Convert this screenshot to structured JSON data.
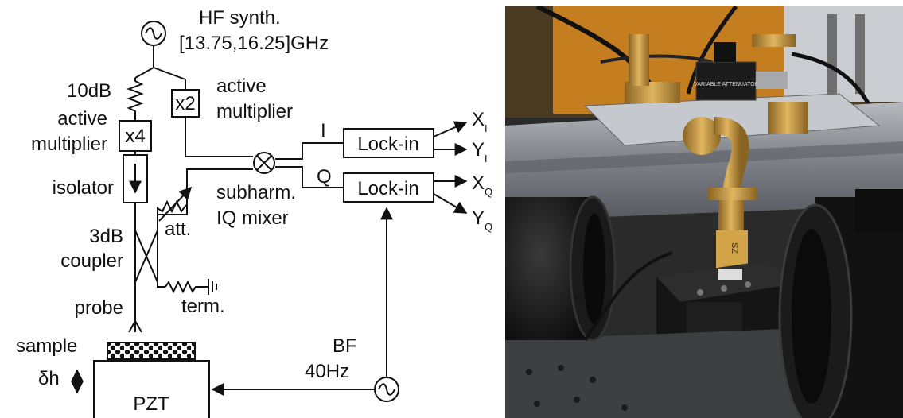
{
  "diagram": {
    "hf_synth": {
      "line1": "HF synth.",
      "line2": "[13.75,16.25]GHz"
    },
    "attenuator_10db": "10dB",
    "active_multiplier_left": {
      "line1": "active",
      "line2": "multiplier"
    },
    "active_multiplier_right": {
      "line1": "active",
      "line2": "multiplier"
    },
    "x4": "x4",
    "x2": "x2",
    "isolator": "isolator",
    "att": "att.",
    "mixer": {
      "line1": "subharm.",
      "line2": "IQ mixer"
    },
    "coupler": {
      "line1": "3dB",
      "line2": "coupler"
    },
    "term": "term.",
    "probe": "probe",
    "sample": "sample",
    "delta_h": "δh",
    "pzt": "PZT",
    "bf": {
      "line1": "BF",
      "line2": "40Hz"
    },
    "lockin_top": "Lock-in",
    "lockin_bottom": "Lock-in",
    "i_label": "I",
    "q_label": "Q",
    "outputs": {
      "xi": {
        "main": "X",
        "sub": "I"
      },
      "yi": {
        "main": "Y",
        "sub": "I"
      },
      "xq": {
        "main": "X",
        "sub": "Q"
      },
      "yq": {
        "main": "Y",
        "sub": "Q"
      }
    }
  },
  "photo": {
    "attenuator_label": "VARIABLE ATTENUATOR",
    "waveguide_label": "SZ"
  },
  "colors": {
    "photo_background": "#2a2a2a",
    "gold": "#c89a3a",
    "orange_wall": "#d98a1e",
    "grey_rail": "#8c9095"
  }
}
